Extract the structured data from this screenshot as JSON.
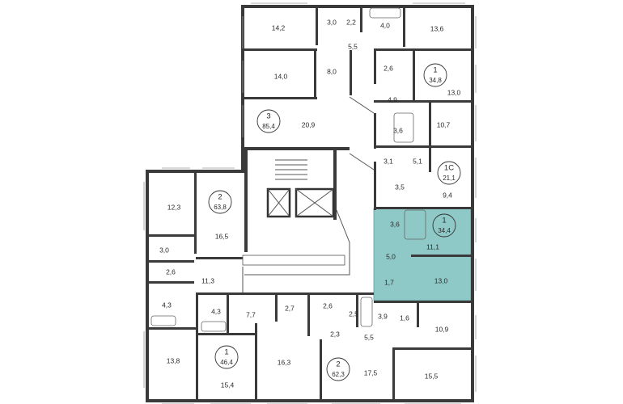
{
  "colors": {
    "highlight": "#8ec9c7",
    "wall": "#3a3a3a",
    "background": "#ffffff"
  },
  "apartments": {
    "a1_top": {
      "number": "1",
      "area": "34,8"
    },
    "a3": {
      "number": "3",
      "area": "85,4"
    },
    "a1c": {
      "number": "1С",
      "area": "21,1"
    },
    "a2_left": {
      "number": "2",
      "area": "63,8"
    },
    "a1_selected": {
      "number": "1",
      "area": "34,4"
    },
    "a1_bottom": {
      "number": "1",
      "area": "46,4"
    },
    "a2_bottom": {
      "number": "2",
      "area": "62,3"
    }
  },
  "rooms": {
    "r_14_2": "14,2",
    "r_3_0_top": "3,0",
    "r_2_2": "2,2",
    "r_4_0": "4,0",
    "r_13_6": "13,6",
    "r_5_5_top": "5,5",
    "r_14_0": "14,0",
    "r_8_0": "8,0",
    "r_2_6_top": "2,6",
    "r_13_0_top": "13,0",
    "r_4_9": "4,9",
    "r_20_9": "20,9",
    "r_3_6_top": "3,6",
    "r_10_7": "10,7",
    "r_3_1": "3,1",
    "r_5_1": "5,1",
    "r_3_5": "3,5",
    "r_9_4": "9,4",
    "r_12_3": "12,3",
    "r_16_5": "16,5",
    "r_3_0_left": "3,0",
    "r_2_6_left": "2,6",
    "r_11_3": "11,3",
    "r_4_3_left": "4,3",
    "r_4_3_mid": "4,3",
    "r_3_6_sel": "3,6",
    "r_11_1": "11,1",
    "r_5_0": "5,0",
    "r_1_7": "1,7",
    "r_13_0_sel": "13,0",
    "r_7_7": "7,7",
    "r_2_7": "2,7",
    "r_2_6_bot": "2,6",
    "r_2_5": "2,5",
    "r_3_9": "3,9",
    "r_1_6": "1,6",
    "r_10_9": "10,9",
    "r_2_3": "2,3",
    "r_5_5_bot": "5,5",
    "r_13_8": "13,8",
    "r_16_3": "16,3",
    "r_15_4": "15,4",
    "r_17_5": "17,5",
    "r_15_5": "15,5"
  }
}
